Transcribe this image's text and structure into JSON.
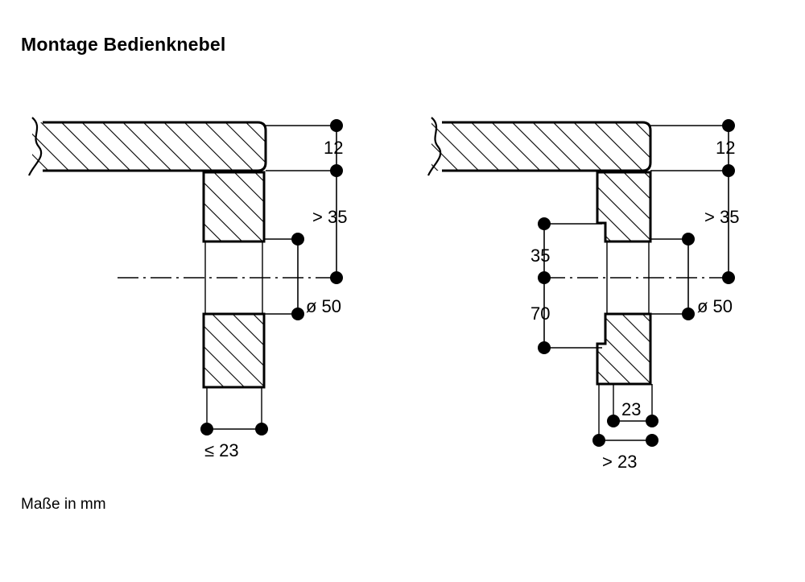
{
  "page": {
    "title": "Montage Bedienknebel",
    "footnote": "Maße in mm",
    "background_color": "#ffffff",
    "line_color": "#000000"
  },
  "diagrams": [
    {
      "id": "left",
      "name": "flush-mount-variant",
      "dimensions": {
        "panel_thickness": "12",
        "clearance_depth": "> 35",
        "knob_diameter": "ø 50",
        "front_panel_depth": "≤ 23"
      }
    },
    {
      "id": "right",
      "name": "recessed-mount-variant",
      "dimensions": {
        "panel_thickness": "12",
        "clearance_depth": "> 35",
        "knob_diameter": "ø 50",
        "upper_offset": "35",
        "lower_offset": "70",
        "step_depth": "23",
        "front_panel_depth": "> 23"
      }
    }
  ],
  "labels": {
    "l_12": "12",
    "l_gt35": "> 35",
    "l_d50": "ø 50",
    "l_le23": "≤ 23",
    "r_12": "12",
    "r_gt35": "> 35",
    "r_d50": "ø 50",
    "r_35": "35",
    "r_70": "70",
    "r_23": "23",
    "r_gt23": "> 23"
  }
}
